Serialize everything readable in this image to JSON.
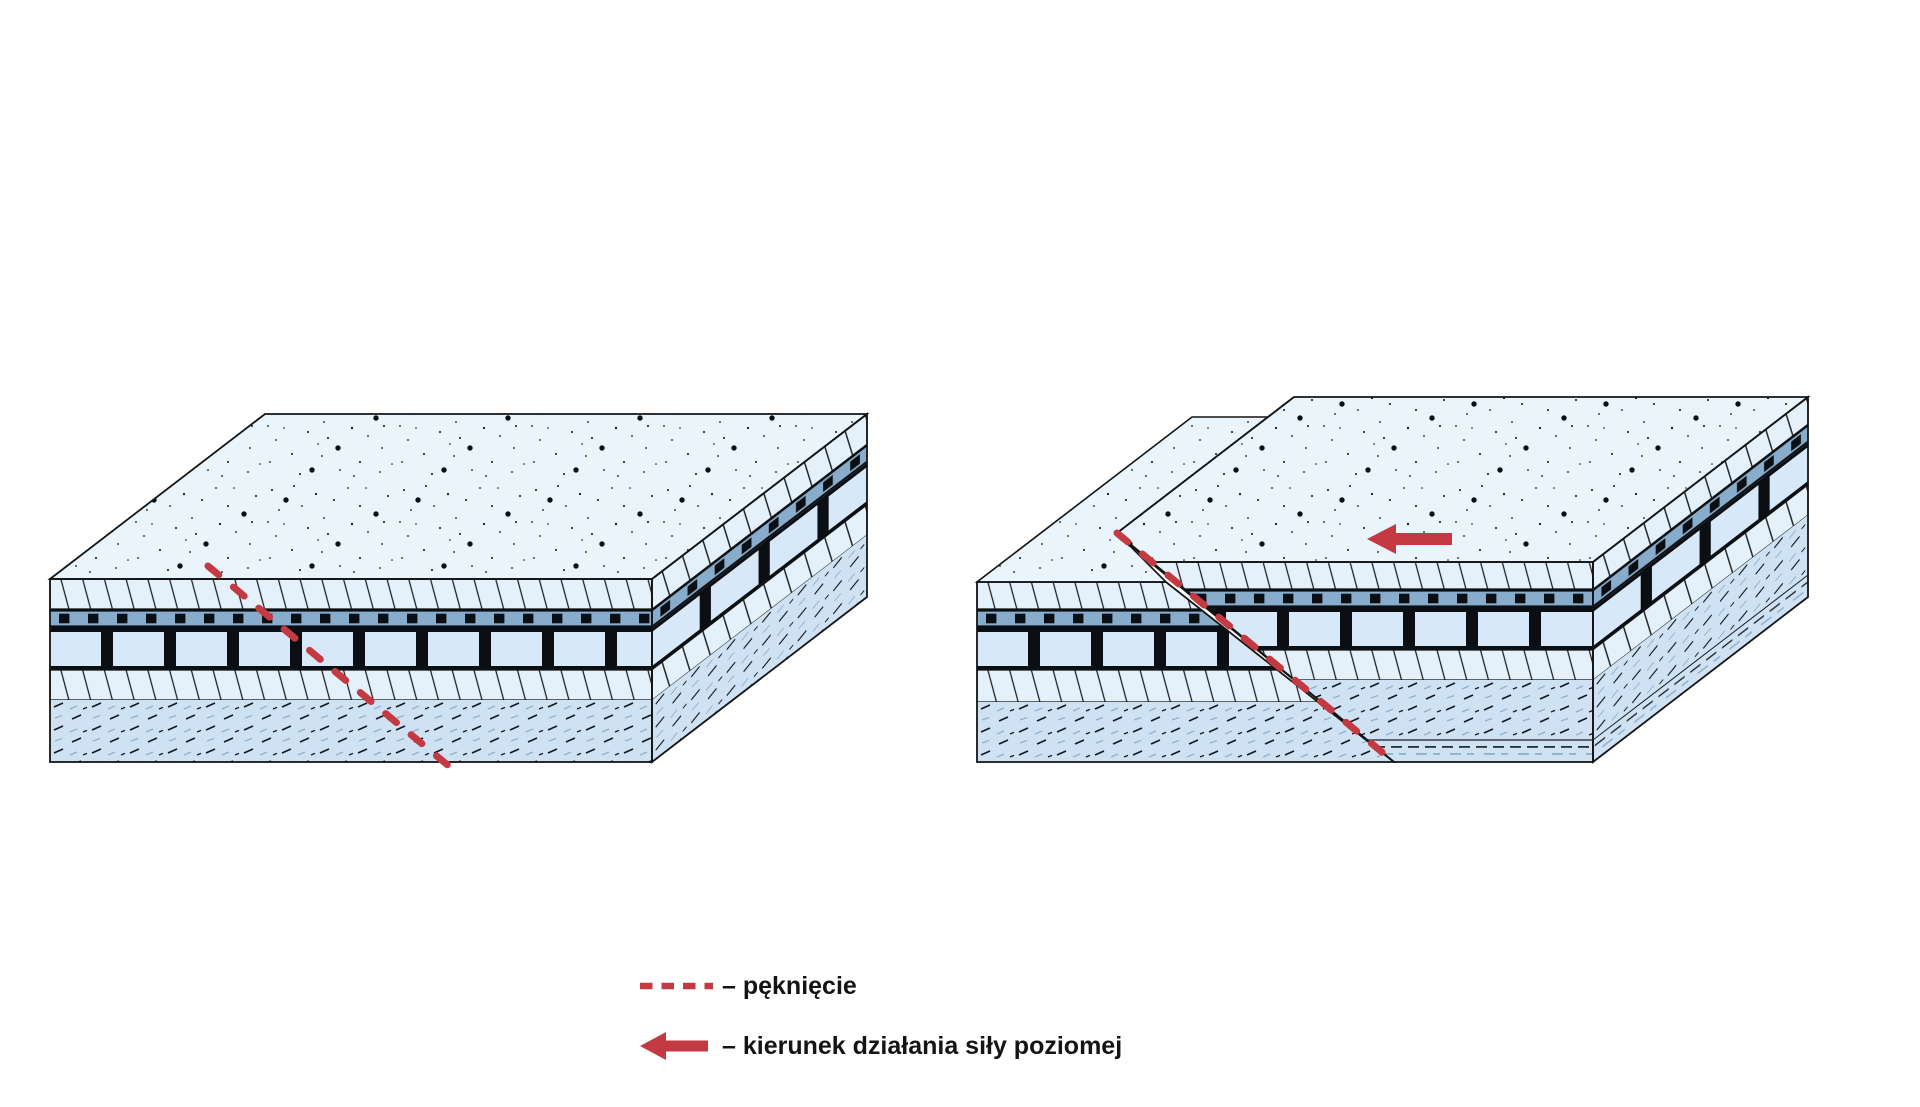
{
  "legend": {
    "crack": {
      "symbol": "dashed-line",
      "label": "– pęknięcie"
    },
    "force": {
      "symbol": "left-arrow",
      "label": "– kierunek działania siły poziomej"
    }
  },
  "colors": {
    "accent_red": "#c43a42",
    "outline": "#141414",
    "surface_stipple_bg": "#e9f4fd",
    "hatch_layer_bg": "#e4f1fb",
    "squares_layer_bg": "#88accb",
    "brick_layer_bg": "#d7e8f8",
    "dash_layer_bg": "#cfe2f4"
  }
}
